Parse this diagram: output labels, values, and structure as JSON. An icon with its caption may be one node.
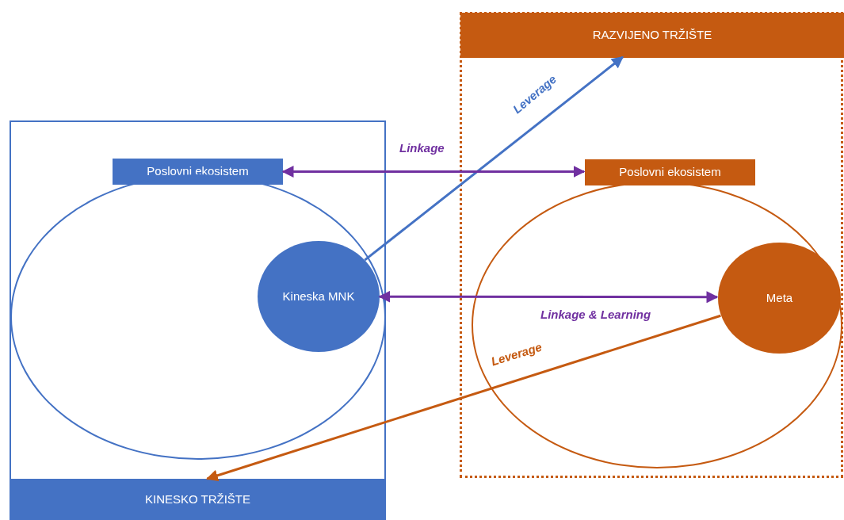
{
  "diagram": {
    "nodes": [
      {
        "text": [],
        "shape": "box"
      },
      {
        "text": [
          "Poslovni ekosistem"
        ],
        "in": 0
      },
      {
        "text": [],
        "shape": "ellipse",
        "in": 0
      },
      {
        "text": [
          "Kineska MNK"
        ],
        "in": 2
      },
      {
        "text": [
          "KINESKO TRŽIŠTE"
        ],
        "in": 0
      },
      {
        "text": [],
        "shape": "box"
      },
      {
        "text": [
          "RAZVIJENO TRŽIŠTE"
        ],
        "in": 5
      },
      {
        "text": [
          "Poslovni ekosistem"
        ],
        "in": 5
      },
      {
        "text": [],
        "shape": "ellipse",
        "in": 5
      },
      {
        "text": [
          "Meta"
        ],
        "in": 8
      }
    ],
    "edges": [
      {
        "from": 3,
        "to": 6,
        "arrow": "to",
        "label": "Leverage",
        "color": "#4472c4"
      },
      {
        "from": 1,
        "to": 7,
        "arrow": "both",
        "label": "Linkage"
      },
      {
        "from": 3,
        "to": 9,
        "arrow": "both",
        "label": "Linkage & Learning"
      },
      {
        "from": 9,
        "to": 4,
        "arrow": "to",
        "label": "Leverage",
        "color": "#c55a11"
      }
    ]
  }
}
